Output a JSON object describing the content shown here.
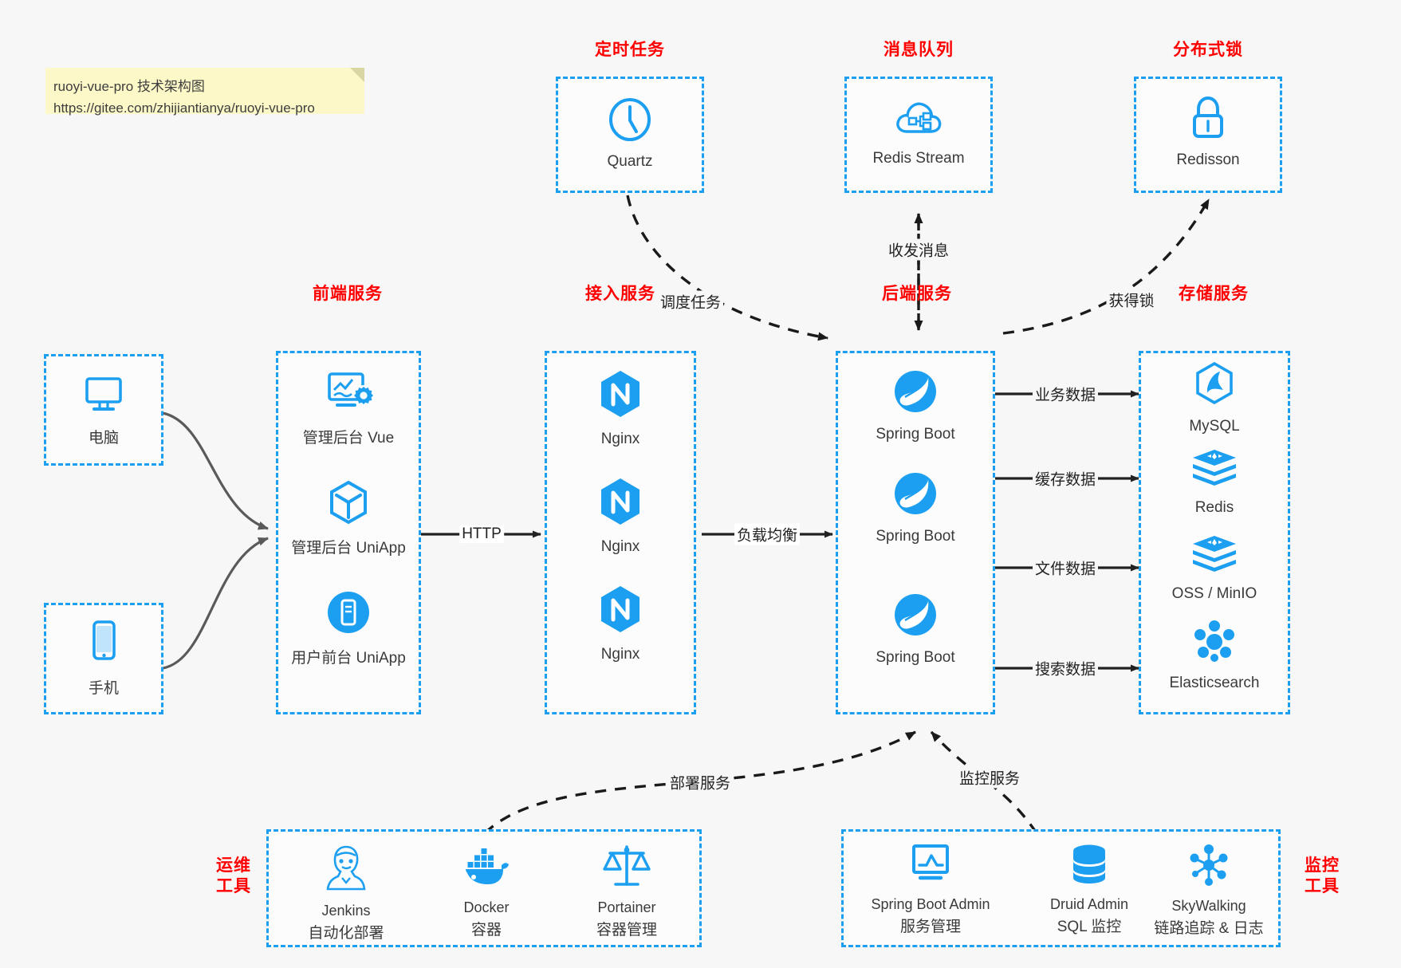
{
  "note": {
    "line1": "ruoyi-vue-pro 技术架构图",
    "line2": "https://gitee.com/zhijiantianya/ruoyi-vue-pro"
  },
  "colors": {
    "accent": "#1c9ff0",
    "title": "#ff0000",
    "arrow": "#222222",
    "curve": "#5a5a5a",
    "note_bg": "#fcf8c8",
    "page_bg": "#f7f7f7"
  },
  "groups": {
    "scheduled_task": "定时任务",
    "message_queue": "消息队列",
    "distributed_lock": "分布式锁",
    "frontend_service": "前端服务",
    "access_service": "接入服务",
    "backend_service": "后端服务",
    "storage_service": "存储服务",
    "devops_tools_line1": "运维",
    "devops_tools_line2": "工具",
    "monitor_tools_line1": "监控",
    "monitor_tools_line2": "工具"
  },
  "clients": [
    {
      "label": "电脑",
      "icon": "desktop-monitor-icon"
    },
    {
      "label": "手机",
      "icon": "mobile-phone-icon"
    }
  ],
  "scheduled_task": {
    "label": "Quartz",
    "icon": "clock-icon"
  },
  "message_queue": {
    "label": "Redis Stream",
    "icon": "cloud-stream-icon"
  },
  "distributed_lock": {
    "label": "Redisson",
    "icon": "lock-icon"
  },
  "frontend_items": [
    {
      "label": "管理后台 Vue",
      "icon": "dashboard-gear-icon"
    },
    {
      "label": "管理后台 UniApp",
      "icon": "cube-icon"
    },
    {
      "label": "用户前台 UniApp",
      "icon": "mobile-app-icon"
    }
  ],
  "access_items": [
    {
      "label": "Nginx",
      "icon": "nginx-icon"
    },
    {
      "label": "Nginx",
      "icon": "nginx-icon"
    },
    {
      "label": "Nginx",
      "icon": "nginx-icon"
    }
  ],
  "backend_items": [
    {
      "label": "Spring Boot",
      "icon": "spring-boot-icon"
    },
    {
      "label": "Spring Boot",
      "icon": "spring-boot-icon"
    },
    {
      "label": "Spring Boot",
      "icon": "spring-boot-icon"
    }
  ],
  "storage_items": [
    {
      "label": "MySQL",
      "icon": "mysql-icon"
    },
    {
      "label": "Redis",
      "icon": "redis-icon"
    },
    {
      "label": "OSS / MinIO",
      "icon": "oss-minio-icon"
    },
    {
      "label": "Elasticsearch",
      "icon": "elasticsearch-icon"
    }
  ],
  "devops_items": [
    {
      "label": "Jenkins",
      "sub": "自动化部署",
      "icon": "jenkins-icon"
    },
    {
      "label": "Docker",
      "sub": "容器",
      "icon": "docker-icon"
    },
    {
      "label": "Portainer",
      "sub": "容器管理",
      "icon": "portainer-scale-icon"
    }
  ],
  "monitor_items": [
    {
      "label": "Spring Boot Admin",
      "sub": "服务管理",
      "icon": "monitor-chart-icon"
    },
    {
      "label": "Druid Admin",
      "sub": "SQL 监控",
      "icon": "database-icon"
    },
    {
      "label": "SkyWalking",
      "sub": "链路追踪 & 日志",
      "icon": "skywalking-icon"
    }
  ],
  "edge_labels": {
    "http": "HTTP",
    "load_balance": "负载均衡",
    "schedule_task": "调度任务",
    "send_receive_message": "收发消息",
    "acquire_lock": "获得锁",
    "business_data": "业务数据",
    "cache_data": "缓存数据",
    "file_data": "文件数据",
    "search_data": "搜索数据",
    "deploy_service": "部署服务",
    "monitor_service": "监控服务"
  }
}
